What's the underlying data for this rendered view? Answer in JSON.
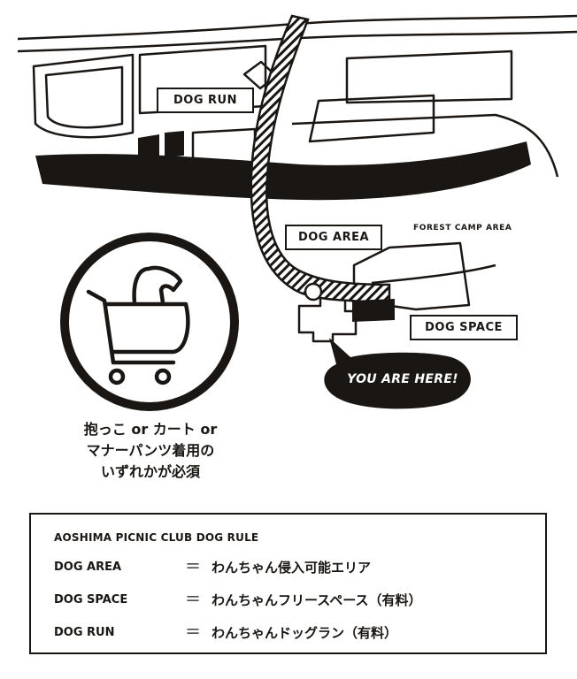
{
  "map": {
    "labels": {
      "dog_run": "DOG RUN",
      "dog_area": "DOG AREA",
      "dog_space": "DOG SPACE",
      "forest_camp_area": "FOREST CAMP AREA",
      "you_are_here": "YOU ARE HERE!"
    },
    "icons": [
      "dog-in-cart-icon"
    ],
    "colors": {
      "ink": "#1a1613",
      "background": "#ffffff"
    }
  },
  "notice": {
    "line1": "抱っこ or カート or",
    "line2": "マナーパンツ着用の",
    "line3": "いずれかが必須"
  },
  "rules": {
    "title": "AOSHIMA PICNIC CLUB DOG RULE",
    "items": [
      {
        "term": "DOG AREA",
        "eq": "＝",
        "desc": "わんちゃん侵入可能エリア"
      },
      {
        "term": "DOG SPACE",
        "eq": "＝",
        "desc": "わんちゃんフリースペース（有料）"
      },
      {
        "term": "DOG RUN",
        "eq": "＝",
        "desc": "わんちゃんドッグラン（有料）"
      }
    ]
  }
}
